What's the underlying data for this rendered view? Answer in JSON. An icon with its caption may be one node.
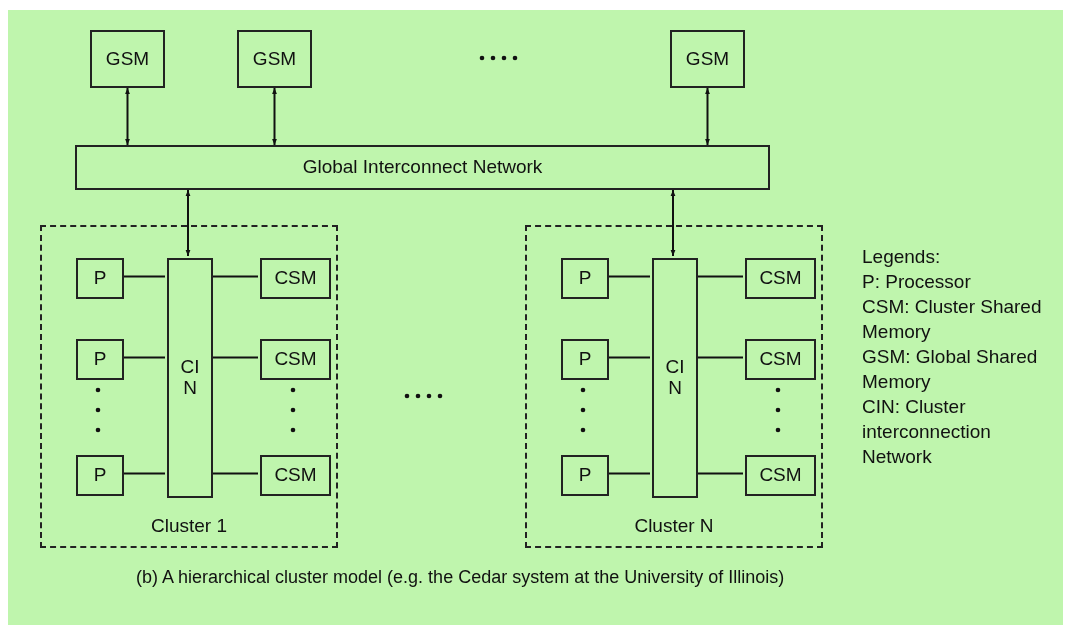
{
  "diagram": {
    "caption": "(b) A hierarchical cluster model (e.g. the Cedar system at the University of Illinois)",
    "nodes": [
      {
        "text": [
          "GSM"
        ]
      },
      {
        "text": [
          "GSM"
        ]
      },
      {
        "text": [
          "GSM"
        ]
      },
      {
        "text": [
          "Global Interconnect Network"
        ]
      },
      {
        "text": [
          "Cluster 1"
        ]
      },
      {
        "text": [
          "CIN"
        ],
        "in": 4
      },
      {
        "text": [
          "P"
        ],
        "in": 4
      },
      {
        "text": [
          "CSM"
        ],
        "in": 4
      },
      {
        "text": [
          "P"
        ],
        "in": 4
      },
      {
        "text": [
          "CSM"
        ],
        "in": 4
      },
      {
        "text": [
          "P"
        ],
        "in": 4
      },
      {
        "text": [
          "CSM"
        ],
        "in": 4
      },
      {
        "text": [
          "Cluster N"
        ]
      },
      {
        "text": [
          "CIN"
        ],
        "in": 12
      },
      {
        "text": [
          "P"
        ],
        "in": 12
      },
      {
        "text": [
          "CSM"
        ],
        "in": 12
      },
      {
        "text": [
          "P"
        ],
        "in": 12
      },
      {
        "text": [
          "CSM"
        ],
        "in": 12
      },
      {
        "text": [
          "P"
        ],
        "in": 12
      },
      {
        "text": [
          "CSM"
        ],
        "in": 12
      }
    ],
    "edges": [
      {
        "from": 0,
        "to": 3,
        "arrow": "both"
      },
      {
        "from": 1,
        "to": 3,
        "arrow": "both"
      },
      {
        "from": 2,
        "to": 3,
        "arrow": "both"
      },
      {
        "from": 3,
        "to": 5,
        "arrow": "both"
      },
      {
        "from": 3,
        "to": 13,
        "arrow": "both"
      },
      {
        "from": 6,
        "to": 5,
        "arrow": "none"
      },
      {
        "from": 5,
        "to": 7,
        "arrow": "none"
      },
      {
        "from": 8,
        "to": 5,
        "arrow": "none"
      },
      {
        "from": 5,
        "to": 9,
        "arrow": "none"
      },
      {
        "from": 10,
        "to": 5,
        "arrow": "none"
      },
      {
        "from": 5,
        "to": 11,
        "arrow": "none"
      },
      {
        "from": 14,
        "to": 13,
        "arrow": "none"
      },
      {
        "from": 13,
        "to": 15,
        "arrow": "none"
      },
      {
        "from": 16,
        "to": 13,
        "arrow": "none"
      },
      {
        "from": 13,
        "to": 17,
        "arrow": "none"
      },
      {
        "from": 18,
        "to": 13,
        "arrow": "none"
      },
      {
        "from": 13,
        "to": 19,
        "arrow": "none"
      }
    ],
    "labels": [
      "Legends:",
      "P: Processor",
      "CSM: Cluster Shared Memory",
      "GSM: Global Shared Memory",
      "CIN: Cluster interconnection Network"
    ]
  }
}
